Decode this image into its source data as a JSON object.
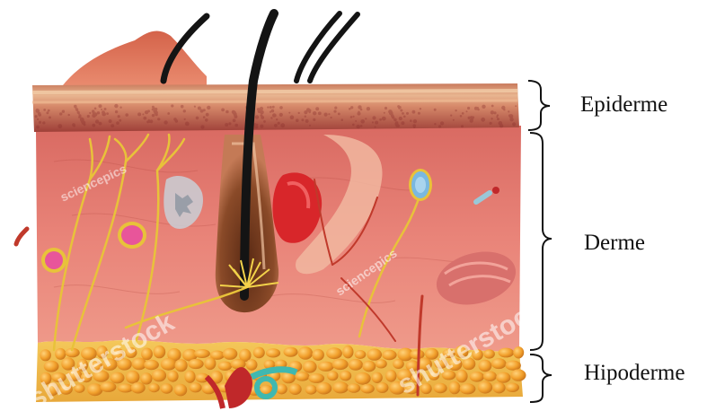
{
  "labels": {
    "epidermis": "Epiderme",
    "dermis": "Derme",
    "hypodermis": "Hipoderme"
  },
  "watermarks": {
    "stock": "shutterstock",
    "author": "sciencepics"
  },
  "colors": {
    "epidermis": "#c97a5c",
    "dermis": "#e07a6e",
    "hypodermis_fat": "#f0a22a",
    "hair": "#1a1a1a",
    "nerve": "#e8c23a",
    "artery": "#c0392b",
    "vein_cyan": "#3fb8b0",
    "receptor_pink": "#e8559a",
    "receptor_blue": "#7ab8e0"
  }
}
